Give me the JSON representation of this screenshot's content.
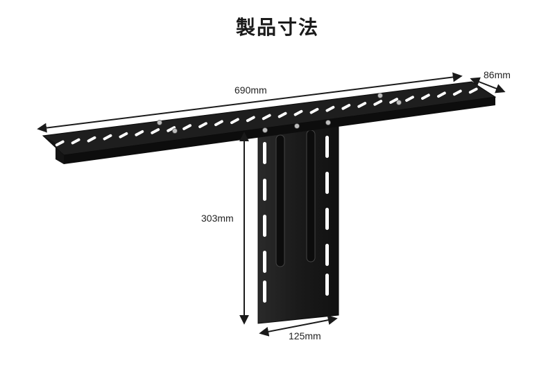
{
  "title": "製品寸法",
  "dimensions": {
    "length": "690mm",
    "depth": "86mm",
    "height": "303mm",
    "plate_width": "125mm"
  },
  "colors": {
    "metal": "#1b1b1b",
    "metal_edge": "#0a0a0a",
    "arrow": "#1a1a1a",
    "slot": "#ffffff"
  }
}
